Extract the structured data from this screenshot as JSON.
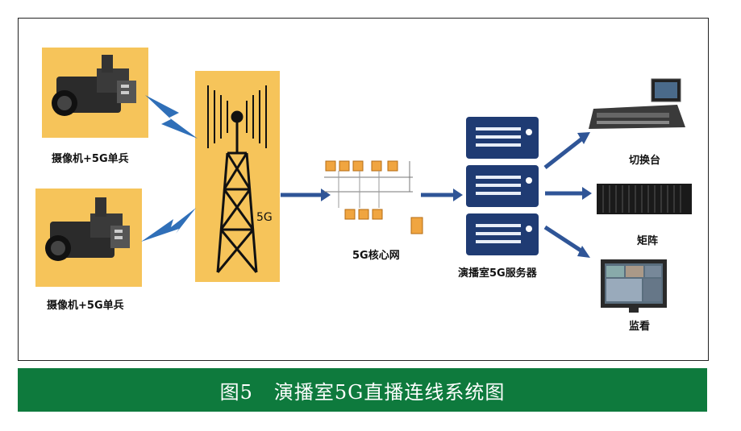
{
  "diagram": {
    "camera_labels": [
      "摄像机+5G单兵",
      "摄像机+5G单兵"
    ],
    "tower_label": "5G",
    "core_label": "5G核心网",
    "server_label": "演播室5G服务器",
    "switcher_label": "切换台",
    "matrix_label": "矩阵",
    "monitor_label": "监看"
  },
  "caption": {
    "figure_no": "图5",
    "title": "演播室5G直播连线系统图"
  },
  "colors": {
    "box_fill": "#f6c45a",
    "arrow": "#2f5597",
    "caption_bg": "#0e7a3d",
    "server_bg": "#1f3b73"
  }
}
